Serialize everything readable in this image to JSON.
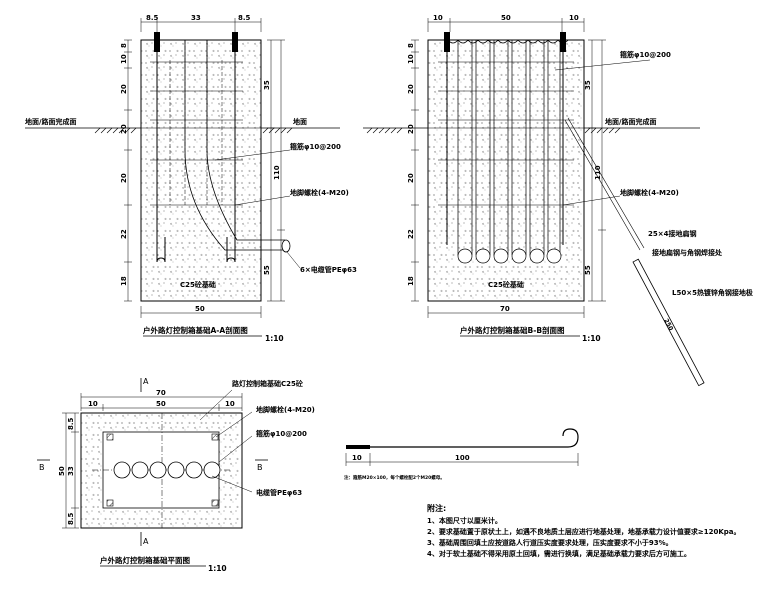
{
  "section_a": {
    "dims_top": [
      "8.5",
      "33",
      "8.5"
    ],
    "dims_left": [
      "8",
      "10",
      "20",
      "20",
      "20",
      "22",
      "18"
    ],
    "dims_right": [
      "35",
      "110",
      "55"
    ],
    "ground_left_label": "地面/路面完成面",
    "ground_right_label": "地面",
    "stirrup_label": "箍筋φ10@200",
    "bolt_label": "地脚螺栓(4-M20)",
    "conduit_label": "6×电缆管PEφ63",
    "concrete_label": "C25砼基础",
    "width_dim": "50",
    "title": "户外路灯控制箱基础A-A剖面图",
    "scale": "1:10"
  },
  "section_b": {
    "dims_top": [
      "10",
      "50",
      "10"
    ],
    "dims_left": [
      "8",
      "10",
      "20",
      "20",
      "20",
      "22",
      "18"
    ],
    "dims_right": [
      "35",
      "110",
      "55"
    ],
    "stirrup_label": "箍筋φ10@200",
    "ground_right_label": "地面/路面完成面",
    "bolt_label": "地脚螺栓(4-M20)",
    "flat_steel_label": "25×4接地扁钢",
    "weld_label": "接地扁钢与角钢焊接处",
    "angle_steel_label": "L50×5热镀锌角钢接地极",
    "angle_length": "250",
    "concrete_label": "C25砼基础",
    "width_dim": "70",
    "title": "户外路灯控制箱基础B-B剖面图",
    "scale": "1:10"
  },
  "plan": {
    "marker_a": "A",
    "marker_b": "B",
    "dims_top": [
      "10",
      "70",
      "50",
      "10"
    ],
    "dims_left": [
      "8.5",
      "50",
      "33",
      "8.5"
    ],
    "foundation_label": "路灯控制箱基础C25砼",
    "bolt_label": "地脚螺栓(4-M20)",
    "stirrup_label": "箍筋φ10@200",
    "conduit_label": "电缆管PEφ63",
    "title": "户外路灯控制箱基础平面图",
    "scale": "1:10"
  },
  "hook_detail": {
    "dim_short": "10",
    "dim_long": "100",
    "note": "注：箍筋M20×100，每个螺栓配2个M20螺母。"
  },
  "notes": {
    "title": "附注:",
    "items": [
      "1、本图尺寸以厘米计。",
      "2、要求基础置于原状土上，如遇不良地质土层应进行地基处理，地基承载力设计值要求≥120Kpa。",
      "3、基础周围回填土应按道路人行道压实度要求处理，压实度要求不小于93%。",
      "4、对于软土基础不得采用原土回填，需进行换填，满足基础承载力要求后方可施工。"
    ]
  }
}
